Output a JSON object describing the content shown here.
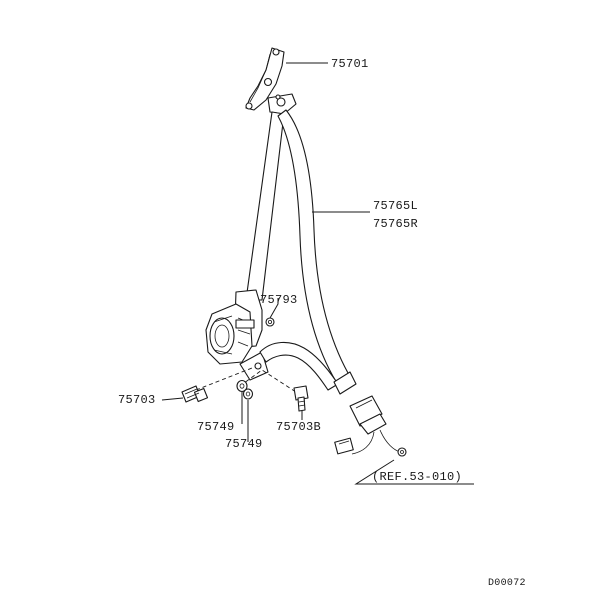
{
  "labels": {
    "p75701": "75701",
    "p75765L": "75765L",
    "p75765R": "75765R",
    "p75793": "75793",
    "p75703": "75703",
    "p75749a": "75749",
    "p75749b": "75749",
    "p75703B": "75703B",
    "ref": "(REF.53-010)"
  },
  "figure_code": "D00072"
}
